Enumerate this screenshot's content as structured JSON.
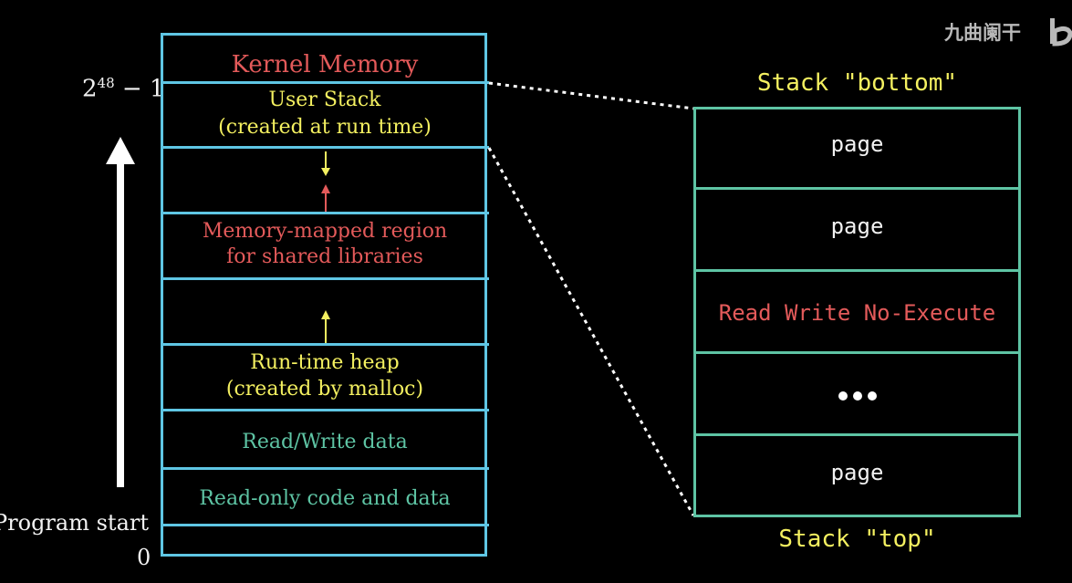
{
  "memory_layout": {
    "address_top": {
      "base": "2",
      "exponent": "48",
      "suffix": " − 1"
    },
    "address_bottom": "0",
    "program_start": "Program start",
    "segments": {
      "kernel": "Kernel Memory",
      "user_stack_1": "User Stack",
      "user_stack_2": "(created at run time)",
      "mmap_1": "Memory-mapped region",
      "mmap_2": "for shared libraries",
      "heap_1": "Run-time heap",
      "heap_2": "(created by malloc)",
      "rw_data": "Read/Write data",
      "ro_data": "Read-only code and data"
    }
  },
  "stack_detail": {
    "bottom_label": "Stack \"bottom\"",
    "top_label": "Stack \"top\"",
    "pages": [
      "page",
      "page",
      "Read Write No-Execute",
      "page"
    ]
  },
  "watermark": {
    "text": "九曲阑干"
  },
  "colors": {
    "memory_border": "#5fc6e4",
    "stack_border": "#5ec4a4",
    "red": "#e35a5a",
    "yellow": "#f4f060",
    "green": "#5ec4a4"
  }
}
